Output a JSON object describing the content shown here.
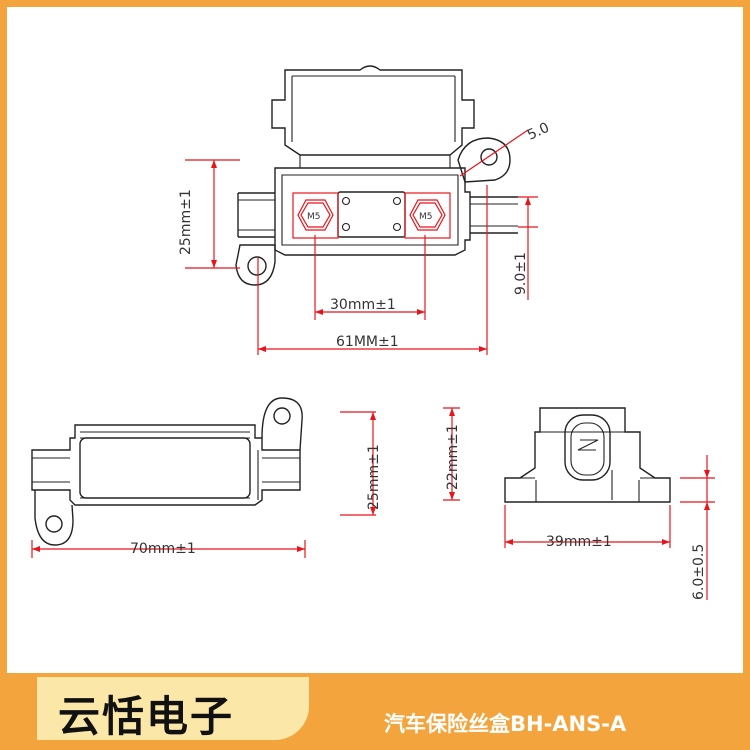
{
  "brand": {
    "name": "云恬电子"
  },
  "product": {
    "title": "汽车保险丝盒BH-ANS-A"
  },
  "colors": {
    "frame": "#f4a43c",
    "brand_bg": "#fbe7a8",
    "dimension": "#e8141c",
    "outline": "#222222"
  },
  "dimensions": {
    "top_height": "25mm±1",
    "top_hole": "5.0",
    "top_step": "9.0±1",
    "top_inner_width": "30mm±1",
    "top_total_width": "61MM±1",
    "stud_left": "M5",
    "stud_right": "M5",
    "front_length": "70mm±1",
    "front_height": "25mm±1",
    "side_height": "22mm±1",
    "side_width": "39mm±1",
    "side_base": "6.0±0.5"
  }
}
